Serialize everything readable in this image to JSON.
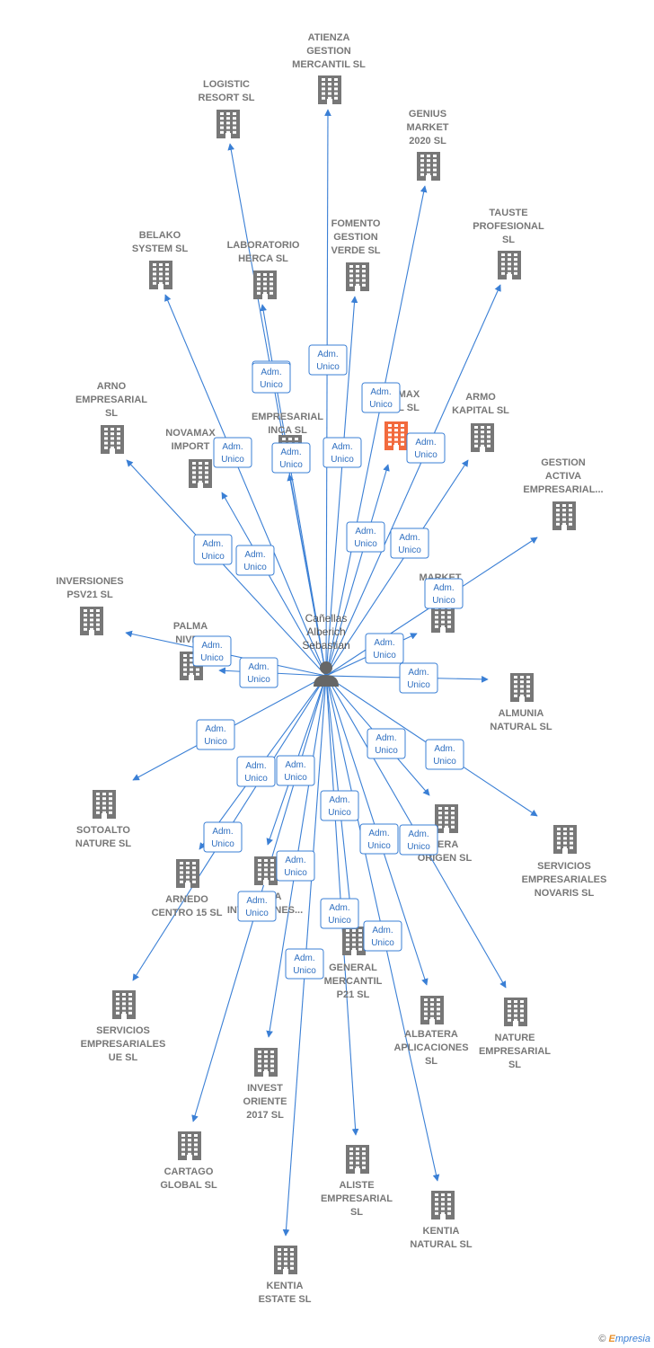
{
  "center": {
    "name_lines": [
      "Cañellas",
      "Alberich",
      "Sebastian"
    ],
    "icon": "person-icon"
  },
  "edge_label_lines": [
    "Adm.",
    "Unico"
  ],
  "colors": {
    "edge": "#3a7fd5",
    "company": "#777777",
    "highlight": "#f26a3d",
    "person": "#666666"
  },
  "companies": [
    {
      "name": [
        "ATIENZA",
        "GESTION",
        "MERCANTIL SL"
      ]
    },
    {
      "name": [
        "LOGISTIC",
        "RESORT SL"
      ]
    },
    {
      "name": [
        "GENIUS",
        "MARKET",
        "2020 SL"
      ]
    },
    {
      "name": [
        "TAUSTE",
        "PROFESIONAL",
        "SL"
      ]
    },
    {
      "name": [
        "BELAKO",
        "SYSTEM SL"
      ]
    },
    {
      "name": [
        "LABORATORIO",
        "HERCA SL"
      ]
    },
    {
      "name": [
        "FOMENTO",
        "GESTION",
        "VERDE SL"
      ]
    },
    {
      "name": [
        "MAX",
        "L SL"
      ],
      "highlight": true
    },
    {
      "name": [
        "ARNO",
        "EMPRESARIAL",
        "SL"
      ]
    },
    {
      "name": [
        "ARMO",
        "KAPITAL SL"
      ]
    },
    {
      "name": [
        "NOVAMAX",
        "IMPORT"
      ]
    },
    {
      "name": [
        "EMPRESARIAL",
        "INCA SL"
      ]
    },
    {
      "name": [
        "GESTION",
        "ACTIVA",
        "EMPRESARIAL..."
      ]
    },
    {
      "name": [
        "INVERSIONES",
        "PSV21 SL"
      ]
    },
    {
      "name": [
        "MARKET",
        "S"
      ]
    },
    {
      "name": [
        "PALMA",
        "NIVEU"
      ]
    },
    {
      "name": [
        "ALMUNIA",
        "NATURAL SL"
      ]
    },
    {
      "name": [
        "SOTOALTO",
        "NATURE SL"
      ]
    },
    {
      "name": [
        "SERVICIOS",
        "EMPRESARIALES",
        "NOVARIS SL"
      ]
    },
    {
      "name": [
        "VERA",
        "ORIGEN SL"
      ]
    },
    {
      "name": [
        "ARNEDO",
        "CENTRO 15 SL"
      ]
    },
    {
      "name": [
        "S ARIA",
        "INVERSIONES..."
      ]
    },
    {
      "name": [
        "GENERAL",
        "MERCANTIL",
        "P21 SL"
      ]
    },
    {
      "name": [
        "SERVICIOS",
        "EMPRESARIALES",
        "UE SL"
      ]
    },
    {
      "name": [
        "ALBATERA",
        "APLICACIONES",
        "SL"
      ]
    },
    {
      "name": [
        "NATURE",
        "EMPRESARIAL",
        "SL"
      ]
    },
    {
      "name": [
        "INVEST",
        "ORIENTE",
        "2017 SL"
      ]
    },
    {
      "name": [
        "CARTAGO",
        "GLOBAL SL"
      ]
    },
    {
      "name": [
        "ALISTE",
        "EMPRESARIAL",
        "SL"
      ]
    },
    {
      "name": [
        "KENTIA",
        "NATURAL SL"
      ]
    },
    {
      "name": [
        "KENTIA",
        "ESTATE SL"
      ]
    }
  ],
  "footer": {
    "copyright": "©",
    "brand_first": "E",
    "brand_rest": "mpresia"
  }
}
